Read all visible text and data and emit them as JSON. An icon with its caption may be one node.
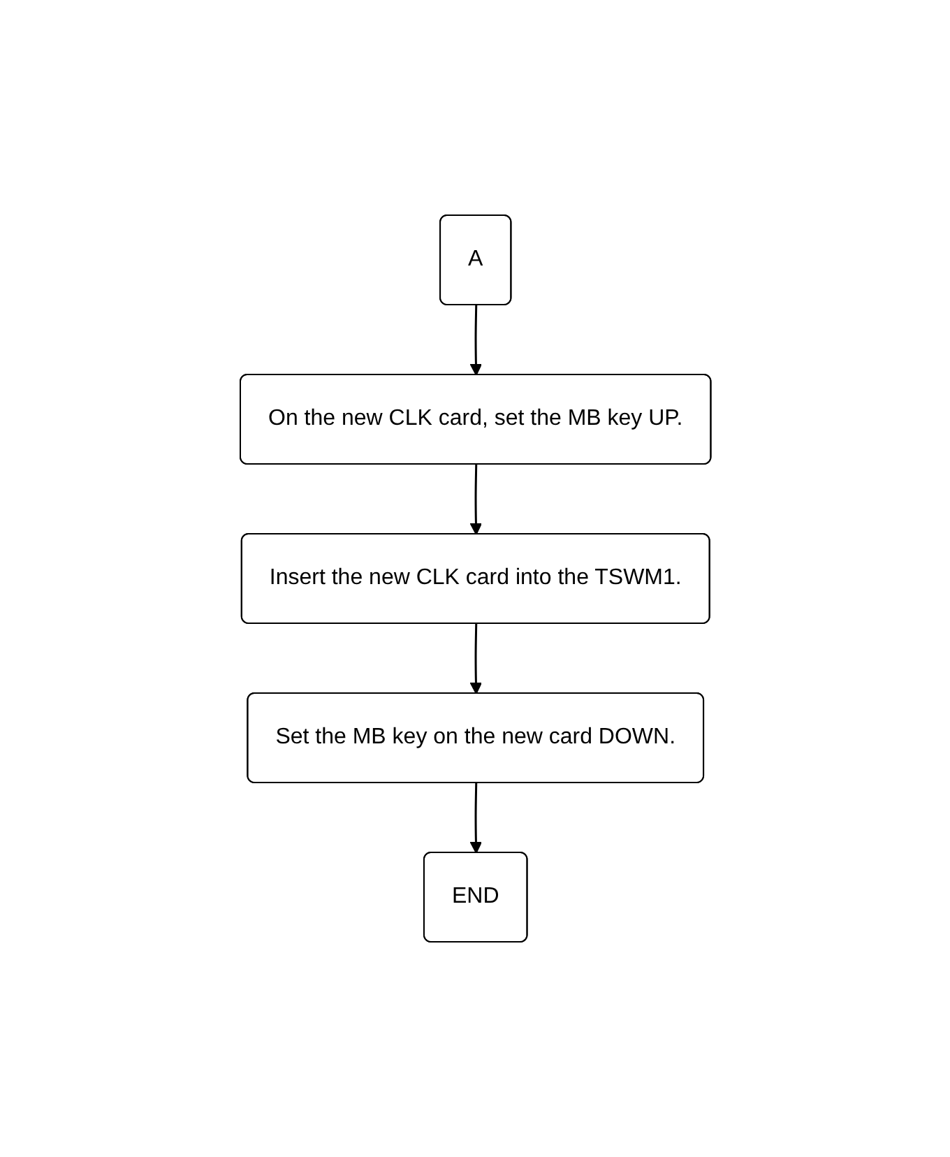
{
  "diagram": {
    "nodes": [
      {
        "text": [
          "A"
        ]
      },
      {
        "text": [
          "On the new CLK card, set the MB key UP."
        ]
      },
      {
        "text": [
          "Insert the new CLK card into the TSWM1."
        ]
      },
      {
        "text": [
          "Set the MB key on the new card DOWN."
        ]
      },
      {
        "text": [
          "END"
        ]
      }
    ],
    "edges": [
      {
        "from": 0,
        "to": 1,
        "arrow": "to"
      },
      {
        "from": 1,
        "to": 2,
        "arrow": "to"
      },
      {
        "from": 2,
        "to": 3,
        "arrow": "to"
      },
      {
        "from": 3,
        "to": 4,
        "arrow": "to"
      }
    ]
  }
}
